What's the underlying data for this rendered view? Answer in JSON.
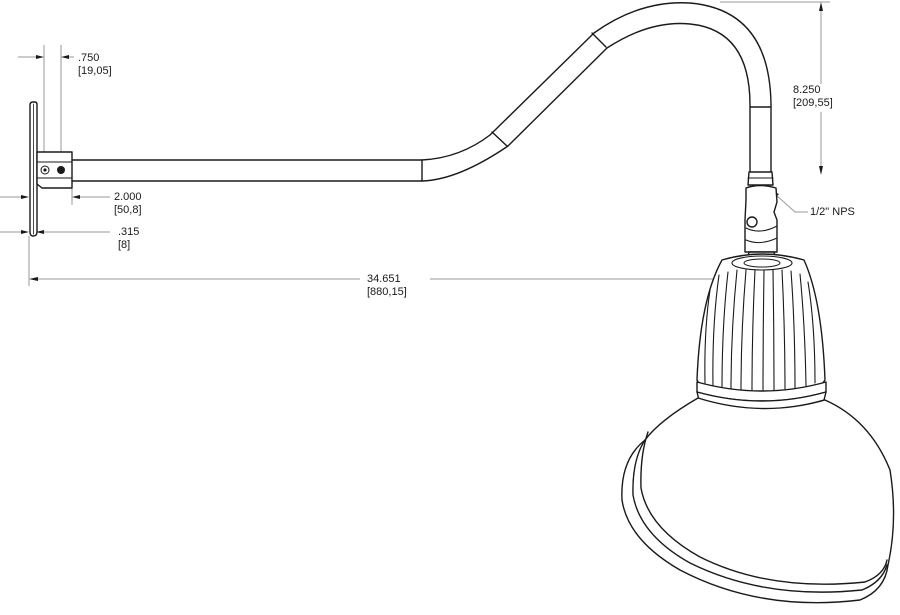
{
  "drawing": {
    "title": "Gooseneck wall-mount light fixture dimension drawing",
    "line_color": "#1a1a1a",
    "dimension_line_color": "#9a9a9a",
    "background": "#ffffff"
  },
  "dimensions": {
    "backplate_to_collar": {
      "inches": ".750",
      "mm": "[19,05]"
    },
    "arm_offset": {
      "inches": "2.000",
      "mm": "[50,8]"
    },
    "backplate_thickness": {
      "inches": ".315",
      "mm": "[8]"
    },
    "overall_extension": {
      "inches": "34.651",
      "mm": "[880,15]"
    },
    "arm_drop": {
      "inches": "8.250",
      "mm": "[209,55]"
    }
  },
  "callouts": {
    "thread": "1/2\" NPS"
  },
  "components": [
    "wall-backplate",
    "mounting-collar",
    "set-screw",
    "gooseneck-arm",
    "swivel-knuckle",
    "heat-sink",
    "reflector-shade"
  ]
}
